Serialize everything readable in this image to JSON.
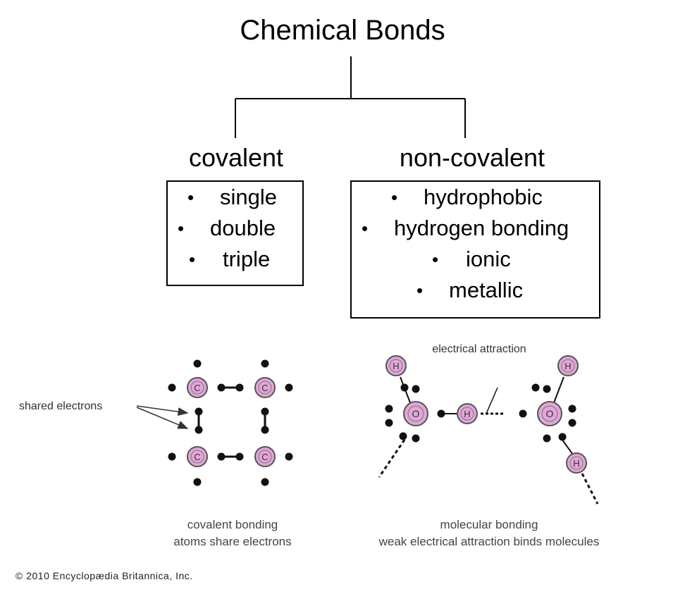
{
  "title": "Chemical Bonds",
  "branches": {
    "covalent": {
      "label": "covalent",
      "items": [
        "single",
        "double",
        "triple"
      ]
    },
    "noncovalent": {
      "label": "non-covalent",
      "items": [
        "hydrophobic",
        "hydrogen bonding",
        "ionic",
        "metallic"
      ]
    }
  },
  "illustration": {
    "covalent": {
      "annotation": "shared electrons",
      "atom_symbol": "C",
      "caption_line1": "covalent bonding",
      "caption_line2": "atoms share electrons"
    },
    "molecular": {
      "annotation": "electrical attraction",
      "oxygen_symbol": "O",
      "hydrogen_symbol": "H",
      "caption_line1": "molecular bonding",
      "caption_line2": "weak electrical attraction binds molecules"
    },
    "copyright": "© 2010 Encyclopædia Britannica, Inc."
  },
  "colors": {
    "atom_fill": "#e2a6d8",
    "atom_stroke": "#555555",
    "electron": "#111111",
    "caption_text": "#444444"
  }
}
